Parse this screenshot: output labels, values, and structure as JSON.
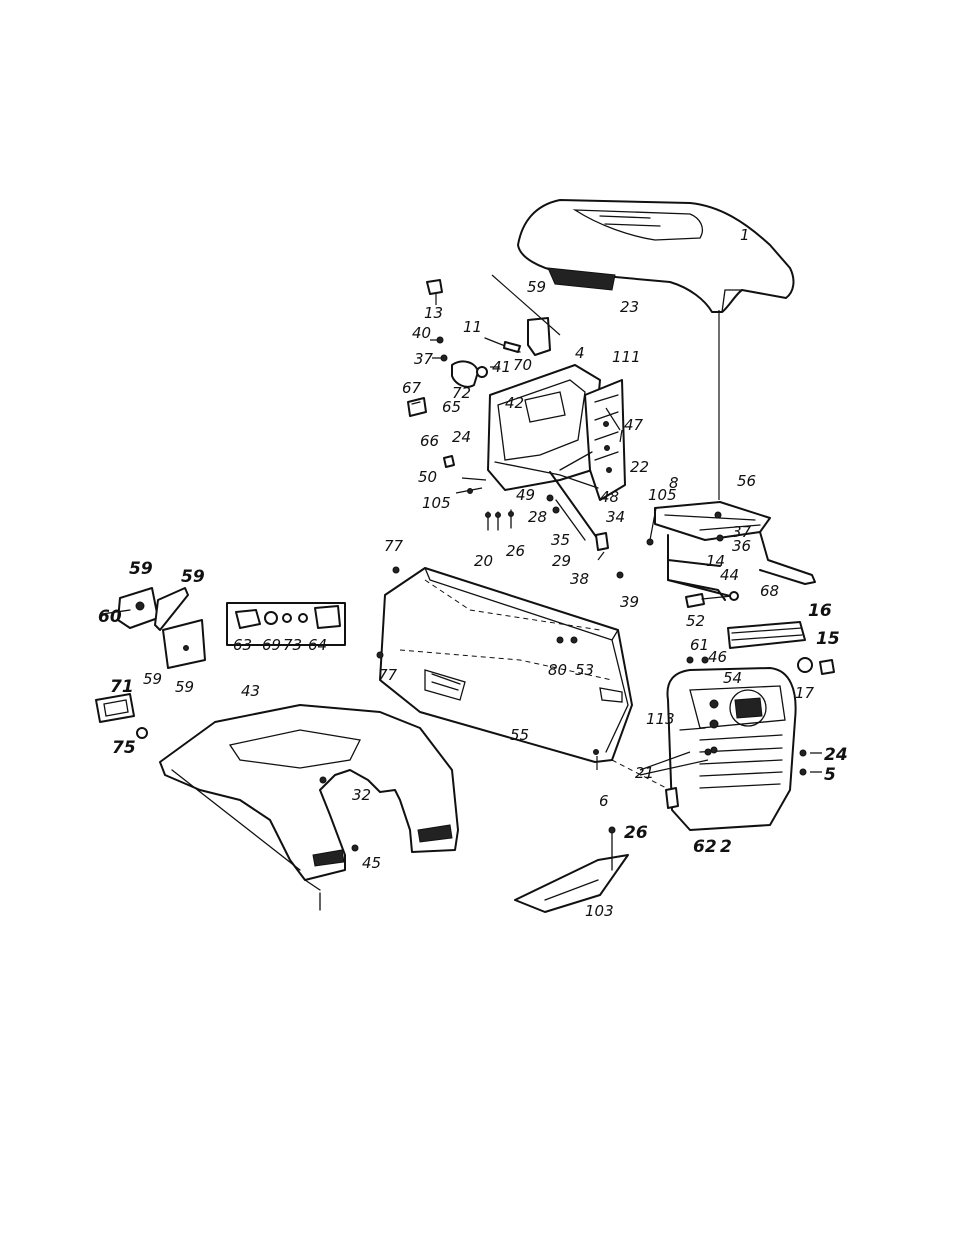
{
  "callouts": [
    {
      "id": "c1",
      "text": "1"
    },
    {
      "id": "c23",
      "text": "23"
    },
    {
      "id": "c13",
      "text": "13"
    },
    {
      "id": "c59a",
      "text": "59"
    },
    {
      "id": "c11",
      "text": "11"
    },
    {
      "id": "c40",
      "text": "40"
    },
    {
      "id": "c37a",
      "text": "37"
    },
    {
      "id": "c41",
      "text": "41"
    },
    {
      "id": "c70",
      "text": "70"
    },
    {
      "id": "c4",
      "text": "4"
    },
    {
      "id": "c111",
      "text": "111"
    },
    {
      "id": "c67",
      "text": "67"
    },
    {
      "id": "c72",
      "text": "72"
    },
    {
      "id": "c65",
      "text": "65"
    },
    {
      "id": "c42",
      "text": "42"
    },
    {
      "id": "c47",
      "text": "47"
    },
    {
      "id": "c24a",
      "text": "24"
    },
    {
      "id": "c66",
      "text": "66"
    },
    {
      "id": "c22",
      "text": "22"
    },
    {
      "id": "c50",
      "text": "50"
    },
    {
      "id": "c49",
      "text": "49"
    },
    {
      "id": "c48",
      "text": "48"
    },
    {
      "id": "c105a",
      "text": "105"
    },
    {
      "id": "c28",
      "text": "28"
    },
    {
      "id": "c20",
      "text": "20"
    },
    {
      "id": "c26a",
      "text": "26"
    },
    {
      "id": "c35",
      "text": "35"
    },
    {
      "id": "c34",
      "text": "34"
    },
    {
      "id": "c29",
      "text": "29"
    },
    {
      "id": "c38",
      "text": "38"
    },
    {
      "id": "c39",
      "text": "39"
    },
    {
      "id": "c8",
      "text": "8"
    },
    {
      "id": "c105b",
      "text": "105"
    },
    {
      "id": "c56",
      "text": "56"
    },
    {
      "id": "c37b",
      "text": "37"
    },
    {
      "id": "c36",
      "text": "36"
    },
    {
      "id": "c14",
      "text": "14"
    },
    {
      "id": "c77a",
      "text": "77"
    },
    {
      "id": "c44",
      "text": "44"
    },
    {
      "id": "c59b",
      "text": "59"
    },
    {
      "id": "c59c",
      "text": "59"
    },
    {
      "id": "c60",
      "text": "60"
    },
    {
      "id": "c59d",
      "text": "59"
    },
    {
      "id": "c59e",
      "text": "59"
    },
    {
      "id": "c63",
      "text": "63"
    },
    {
      "id": "c69",
      "text": "69"
    },
    {
      "id": "c73",
      "text": "73"
    },
    {
      "id": "c64",
      "text": "64"
    },
    {
      "id": "c52",
      "text": "52"
    },
    {
      "id": "c68",
      "text": "68"
    },
    {
      "id": "c16",
      "text": "16"
    },
    {
      "id": "c15",
      "text": "15"
    },
    {
      "id": "c61",
      "text": "61"
    },
    {
      "id": "c80",
      "text": "80"
    },
    {
      "id": "c53",
      "text": "53"
    },
    {
      "id": "c77b",
      "text": "77"
    },
    {
      "id": "c46",
      "text": "46"
    },
    {
      "id": "c54",
      "text": "54"
    },
    {
      "id": "c17",
      "text": "17"
    },
    {
      "id": "c71",
      "text": "71"
    },
    {
      "id": "c43",
      "text": "43"
    },
    {
      "id": "c113",
      "text": "113"
    },
    {
      "id": "c75",
      "text": "75"
    },
    {
      "id": "c55",
      "text": "55"
    },
    {
      "id": "c24b",
      "text": "24"
    },
    {
      "id": "c21",
      "text": "21"
    },
    {
      "id": "c5",
      "text": "5"
    },
    {
      "id": "c32",
      "text": "32"
    },
    {
      "id": "c6",
      "text": "6"
    },
    {
      "id": "c62",
      "text": "62"
    },
    {
      "id": "c2",
      "text": "2"
    },
    {
      "id": "c26b",
      "text": "26"
    },
    {
      "id": "c45",
      "text": "45"
    },
    {
      "id": "c103",
      "text": "103"
    }
  ]
}
